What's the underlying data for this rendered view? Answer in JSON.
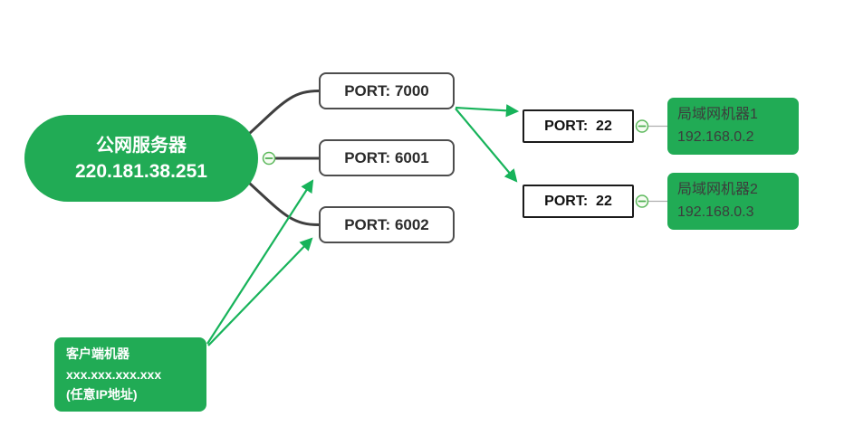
{
  "colors": {
    "node_green": "#21AB55",
    "arrow_green": "#17B35A",
    "branch_dark": "#3F3F3F",
    "port_border_gray": "#4D4D4D",
    "ssh_border_black": "#1A1A1A",
    "connector_gray": "#AFAFAF",
    "node_text_dark": "#3C3C3C"
  },
  "server": {
    "title": "公网服务器",
    "ip": "220.181.38.251"
  },
  "ports": [
    {
      "label": "PORT: 7000"
    },
    {
      "label": "PORT: 6001"
    },
    {
      "label": "PORT: 6002"
    }
  ],
  "ssh_ports": [
    {
      "label": "PORT:  22"
    },
    {
      "label": "PORT:  22"
    }
  ],
  "lan_machines": [
    {
      "name": "局域网机器1",
      "ip": "192.168.0.2"
    },
    {
      "name": "局域网机器2",
      "ip": "192.168.0.3"
    }
  ],
  "client": {
    "name": "客户端机器",
    "ip": "xxx.xxx.xxx.xxx",
    "note": "(任意IP地址)"
  },
  "icons": {
    "collapse": "minus"
  }
}
